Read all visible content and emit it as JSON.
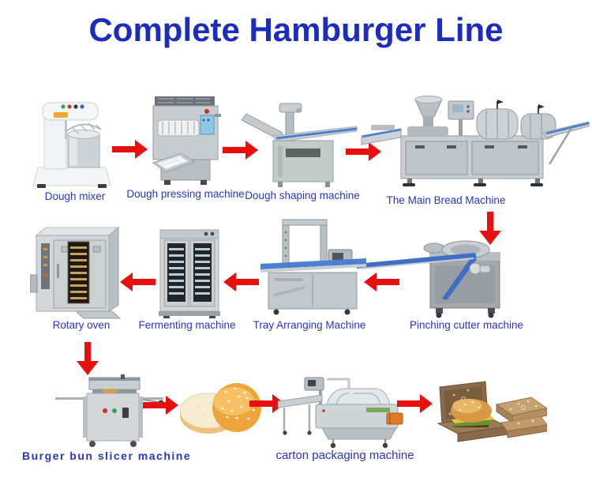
{
  "title": "Complete Hamburger Line",
  "colors": {
    "title_text": "#1c2cbe",
    "station_labels": "#2a35c4",
    "flow_arrows": "#e8100f"
  },
  "stations": {
    "dough_mixer": {
      "label": "Dough mixer"
    },
    "dough_pressing": {
      "label": "Dough pressing machine"
    },
    "dough_shaping": {
      "label": "Dough shaping machine"
    },
    "main_bread": {
      "label": "The Main Bread Machine"
    },
    "pinching_cutter": {
      "label": "Pinching cutter machine"
    },
    "tray_arranging": {
      "label": "Tray Arranging Machine"
    },
    "fermenting": {
      "label": "Fermenting machine"
    },
    "rotary_oven": {
      "label": "Rotary oven"
    },
    "bun_slicer": {
      "label": "Burger bun slicer machine"
    },
    "carton_packaging": {
      "label": "carton packaging machine"
    }
  },
  "process_order": [
    "dough_mixer",
    "dough_pressing",
    "dough_shaping",
    "main_bread",
    "pinching_cutter",
    "tray_arranging",
    "fermenting",
    "rotary_oven",
    "bun_slicer",
    "burger_bun",
    "carton_packaging",
    "packed_burgers"
  ]
}
